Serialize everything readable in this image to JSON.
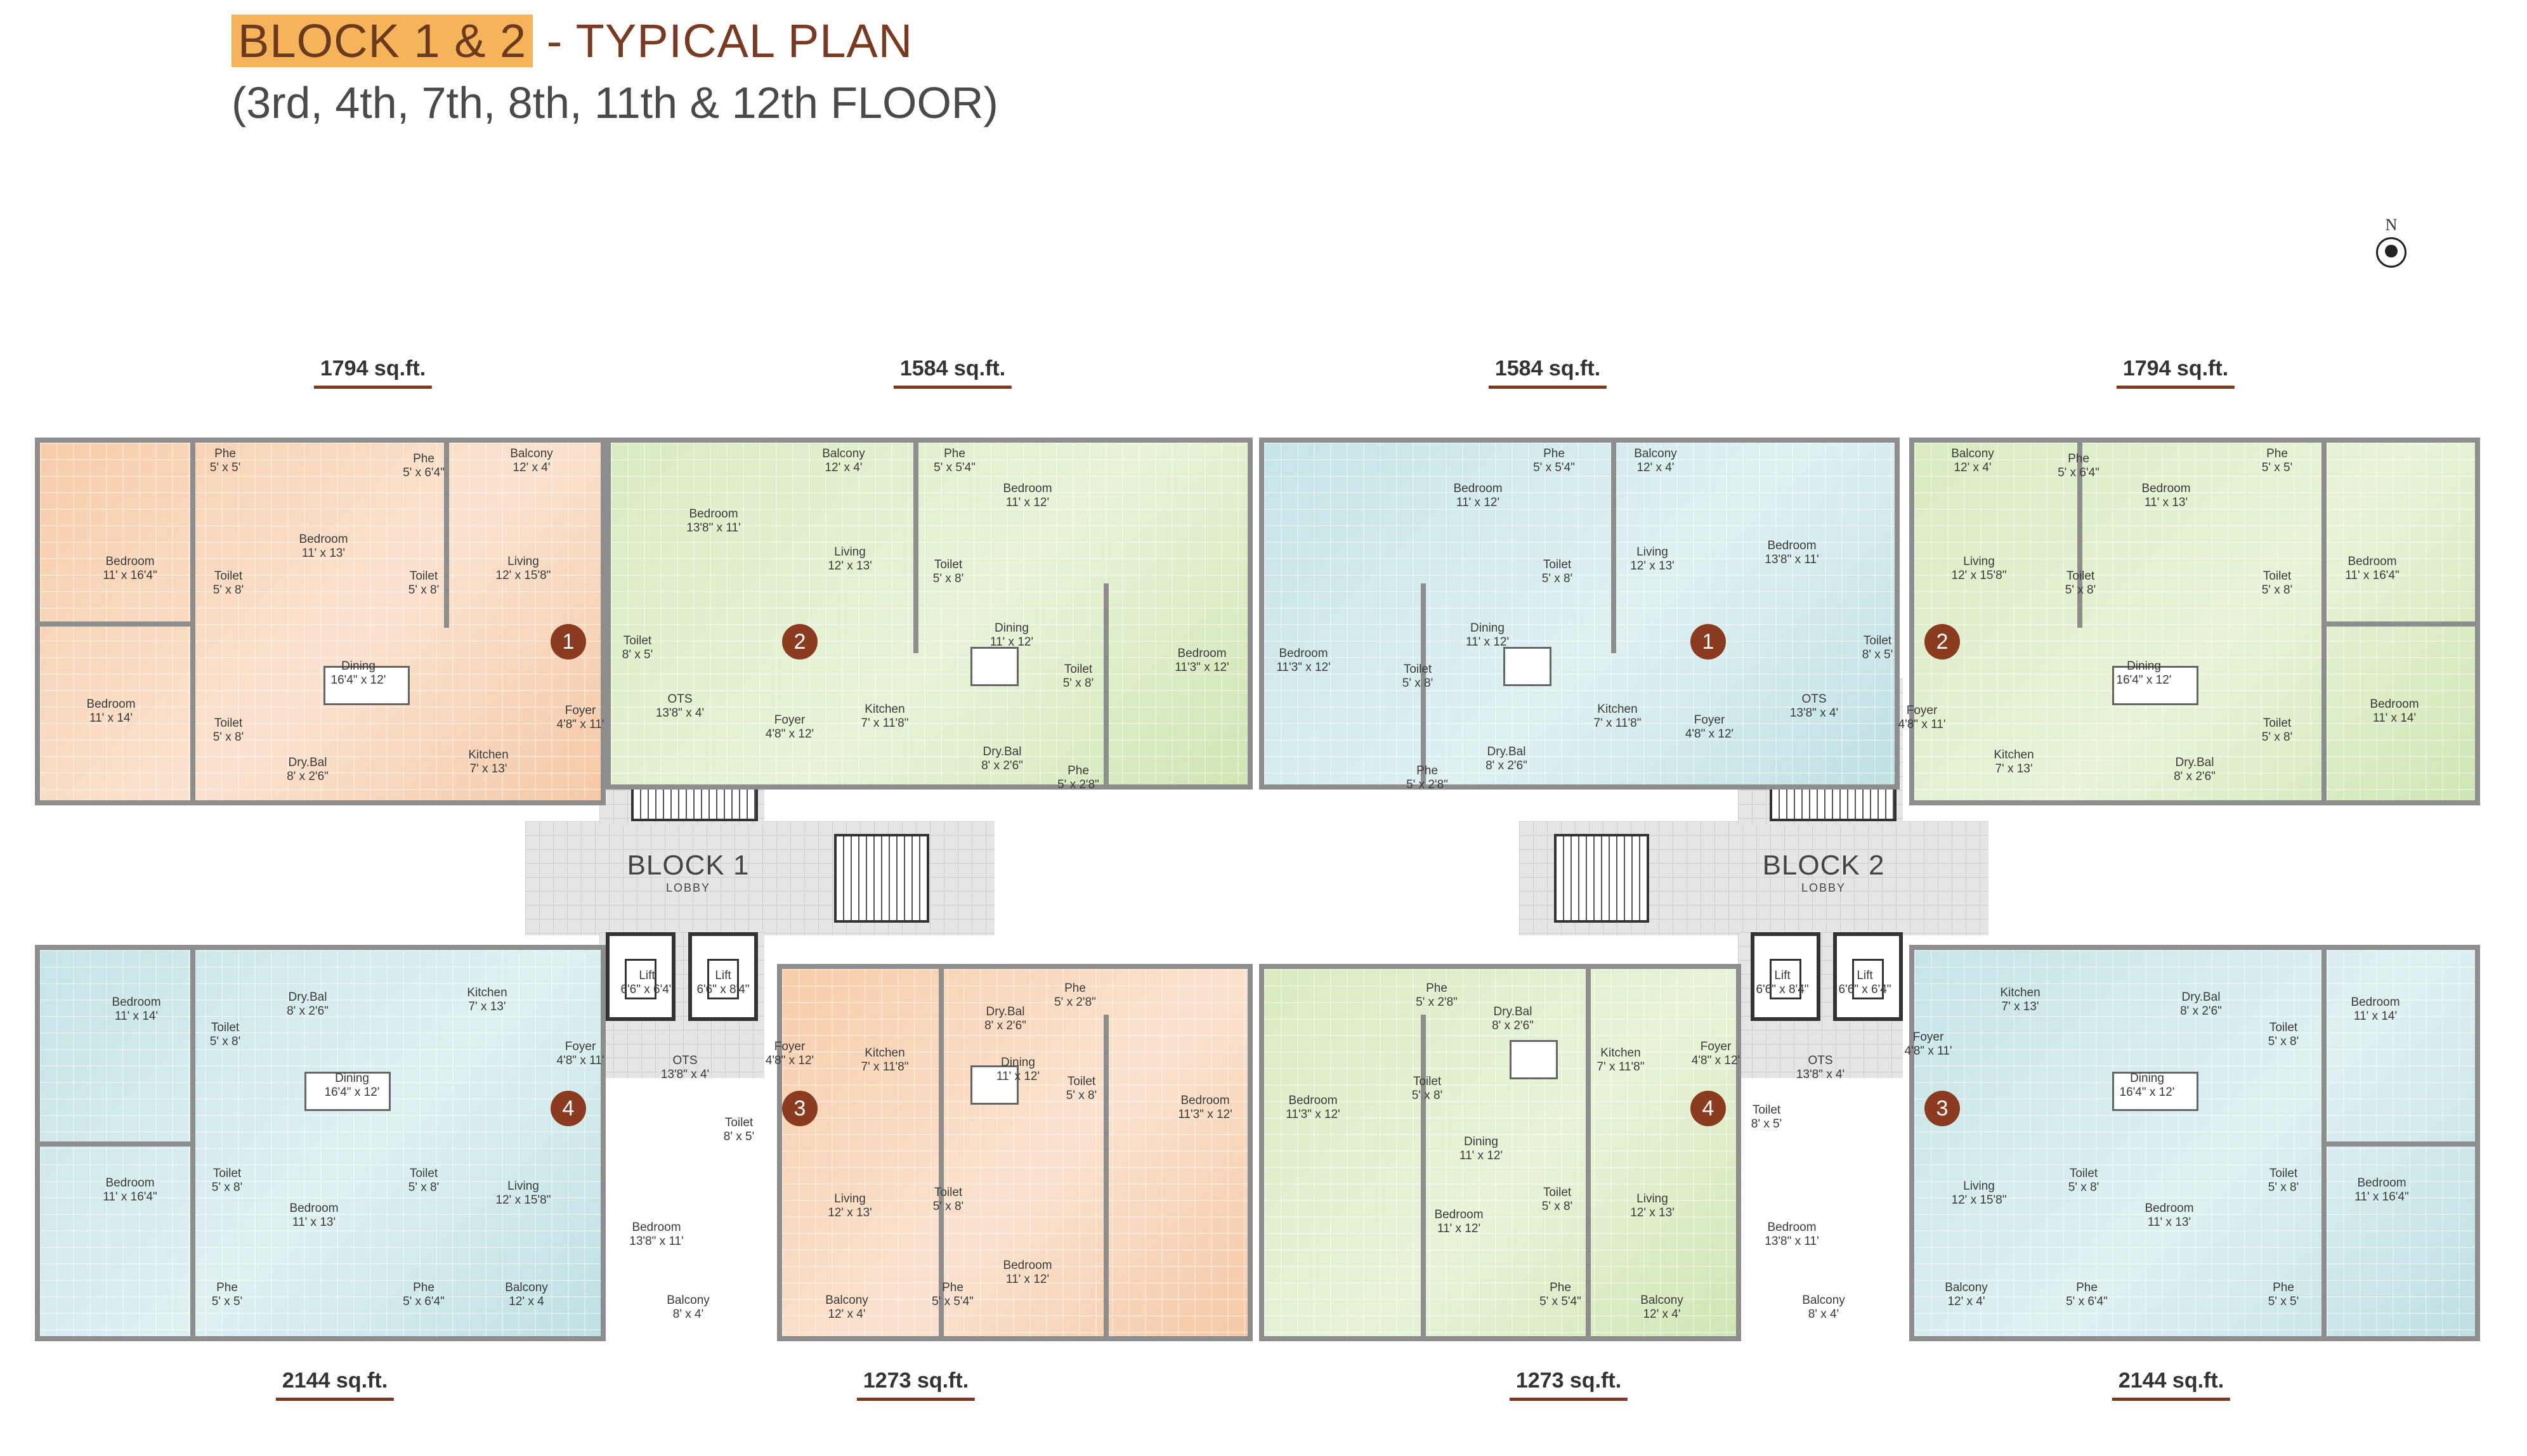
{
  "header": {
    "title_highlight": "BLOCK 1 & 2",
    "title_rest": " - TYPICAL PLAN",
    "subtitle": "(3rd, 4th, 7th, 8th, 11th & 12th FLOOR)"
  },
  "compass": {
    "label": "N"
  },
  "colors": {
    "accent": "#7a3a22",
    "highlight": "#f5b35a",
    "orange_unit": "#f7cda9",
    "green_unit": "#d9ebc2",
    "blue_unit": "#c6e4e6",
    "badge": "#8a3b20"
  },
  "areas": {
    "top": [
      "1794 sq.ft.",
      "1584 sq.ft.",
      "1584 sq.ft.",
      "1794 sq.ft."
    ],
    "bottom": [
      "2144 sq.ft.",
      "1273 sq.ft.",
      "1273 sq.ft.",
      "2144 sq.ft."
    ]
  },
  "lobbies": [
    {
      "block": "BLOCK 1",
      "label": "LOBBY"
    },
    {
      "block": "BLOCK 2",
      "label": "LOBBY"
    }
  ],
  "badges": [
    "1",
    "2",
    "1",
    "2",
    "4",
    "3",
    "4",
    "3"
  ],
  "rooms": {
    "b1_u1": [
      {
        "n": "Phe",
        "s": "5' x 5'"
      },
      {
        "n": "Phe",
        "s": "5' x 6'4\""
      },
      {
        "n": "Balcony",
        "s": "12' x 4'"
      },
      {
        "n": "Bedroom",
        "s": "11' x 16'4\""
      },
      {
        "n": "Bedroom",
        "s": "11' x 13'"
      },
      {
        "n": "Toilet",
        "s": "5' x 8'"
      },
      {
        "n": "Toilet",
        "s": "5' x 8'"
      },
      {
        "n": "Living",
        "s": "12' x 15'8\""
      },
      {
        "n": "Dining",
        "s": "16'4\" x 12'"
      },
      {
        "n": "Bedroom",
        "s": "11' x 14'"
      },
      {
        "n": "Toilet",
        "s": "5' x 8'"
      },
      {
        "n": "Foyer",
        "s": "4'8\" x 11'"
      },
      {
        "n": "Kitchen",
        "s": "7' x 13'"
      },
      {
        "n": "Dry.Bal",
        "s": "8' x 2'6\""
      }
    ],
    "b1_u2": [
      {
        "n": "Bedroom",
        "s": "13'8\" x 11'"
      },
      {
        "n": "Balcony",
        "s": "12' x 4'"
      },
      {
        "n": "Phe",
        "s": "5' x 5'4\""
      },
      {
        "n": "Bedroom",
        "s": "11' x 12'"
      },
      {
        "n": "Living",
        "s": "12' x 13'"
      },
      {
        "n": "Toilet",
        "s": "5' x 8'"
      },
      {
        "n": "Toilet",
        "s": "8' x 5'"
      },
      {
        "n": "Dining",
        "s": "11' x 12'"
      },
      {
        "n": "Foyer",
        "s": "4'8\" x 12'"
      },
      {
        "n": "Kitchen",
        "s": "7' x 11'8\""
      },
      {
        "n": "Toilet",
        "s": "5' x 8'"
      },
      {
        "n": "Dry.Bal",
        "s": "8' x 2'6\""
      },
      {
        "n": "Phe",
        "s": "5' x 2'8\""
      },
      {
        "n": "Bedroom",
        "s": "11'3\" x 12'"
      },
      {
        "n": "OTS",
        "s": "13'8\" x 4'"
      }
    ],
    "b2_u1": [
      {
        "n": "Bedroom",
        "s": "11'3\" x 12'"
      },
      {
        "n": "Phe",
        "s": "5' x 5'4\""
      },
      {
        "n": "Balcony",
        "s": "12' x 4'"
      },
      {
        "n": "Bedroom",
        "s": "11' x 12'"
      },
      {
        "n": "Toilet",
        "s": "5' x 8'"
      },
      {
        "n": "Living",
        "s": "12' x 13'"
      },
      {
        "n": "Dining",
        "s": "11' x 12'"
      },
      {
        "n": "Toilet",
        "s": "5' x 8'"
      },
      {
        "n": "Kitchen",
        "s": "7' x 11'8\""
      },
      {
        "n": "Foyer",
        "s": "4'8\" x 12'"
      },
      {
        "n": "Dry.Bal",
        "s": "8' x 2'6\""
      },
      {
        "n": "Phe",
        "s": "5' x 2'8\""
      },
      {
        "n": "Bedroom",
        "s": "13'8\" x 11'"
      },
      {
        "n": "Toilet",
        "s": "8' x 5'"
      },
      {
        "n": "OTS",
        "s": "13'8\" x 4'"
      }
    ],
    "b2_u2": [
      {
        "n": "Balcony",
        "s": "12' x 4'"
      },
      {
        "n": "Phe",
        "s": "5' x 6'4\""
      },
      {
        "n": "Phe",
        "s": "5' x 5'"
      },
      {
        "n": "Bedroom",
        "s": "11' x 13'"
      },
      {
        "n": "Living",
        "s": "12' x 15'8\""
      },
      {
        "n": "Toilet",
        "s": "5' x 8'"
      },
      {
        "n": "Toilet",
        "s": "5' x 8'"
      },
      {
        "n": "Bedroom",
        "s": "11' x 16'4\""
      },
      {
        "n": "Dining",
        "s": "16'4\" x 12'"
      },
      {
        "n": "Foyer",
        "s": "4'8\" x 11'"
      },
      {
        "n": "Kitchen",
        "s": "7' x 13'"
      },
      {
        "n": "Bedroom",
        "s": "11' x 14'"
      },
      {
        "n": "Toilet",
        "s": "5' x 8'"
      },
      {
        "n": "Dry.Bal",
        "s": "8' x 2'6\""
      }
    ],
    "b1_u4": [
      {
        "n": "Bedroom",
        "s": "11' x 14'"
      },
      {
        "n": "Toilet",
        "s": "5' x 8'"
      },
      {
        "n": "Dry.Bal",
        "s": "8' x 2'6\""
      },
      {
        "n": "Kitchen",
        "s": "7' x 13'"
      },
      {
        "n": "Foyer",
        "s": "4'8\" x 11'"
      },
      {
        "n": "Dining",
        "s": "16'4\" x 12'"
      },
      {
        "n": "Bedroom",
        "s": "11' x 16'4\""
      },
      {
        "n": "Toilet",
        "s": "5' x 8'"
      },
      {
        "n": "Bedroom",
        "s": "11' x 13'"
      },
      {
        "n": "Toilet",
        "s": "5' x 8'"
      },
      {
        "n": "Living",
        "s": "12' x 15'8\""
      },
      {
        "n": "Phe",
        "s": "5' x 5'"
      },
      {
        "n": "Phe",
        "s": "5' x 6'4\""
      },
      {
        "n": "Balcony",
        "s": "12' x 4"
      },
      {
        "n": "Lift",
        "s": "6'6\" x 6'4\""
      },
      {
        "n": "Lift",
        "s": "6'6\" x 8'4\""
      },
      {
        "n": "OTS",
        "s": "13'8\" x 4'"
      }
    ],
    "b1_u3": [
      {
        "n": "Toilet",
        "s": "8' x 5'"
      },
      {
        "n": "Bedroom",
        "s": "13'8\" x 11'"
      },
      {
        "n": "Balcony",
        "s": "8' x 4'"
      },
      {
        "n": "Foyer",
        "s": "4'8\" x 12'"
      },
      {
        "n": "Kitchen",
        "s": "7' x 11'8\""
      },
      {
        "n": "Dry.Bal",
        "s": "8' x 2'6\""
      },
      {
        "n": "Phe",
        "s": "5' x 2'8\""
      },
      {
        "n": "Dining",
        "s": "11' x 12'"
      },
      {
        "n": "Toilet",
        "s": "5' x 8'"
      },
      {
        "n": "Bedroom",
        "s": "11'3\" x 12'"
      },
      {
        "n": "Living",
        "s": "12' x 13'"
      },
      {
        "n": "Toilet",
        "s": "5' x 8'"
      },
      {
        "n": "Bedroom",
        "s": "11' x 12'"
      },
      {
        "n": "Balcony",
        "s": "12' x 4'"
      },
      {
        "n": "Phe",
        "s": "5' x 5'4\""
      }
    ],
    "b2_u4": [
      {
        "n": "Bedroom",
        "s": "11'3\" x 12'"
      },
      {
        "n": "Phe",
        "s": "5' x 2'8\""
      },
      {
        "n": "Dry.Bal",
        "s": "8' x 2'6\""
      },
      {
        "n": "Toilet",
        "s": "5' x 8'"
      },
      {
        "n": "Kitchen",
        "s": "7' x 11'8\""
      },
      {
        "n": "Foyer",
        "s": "4'8\" x 12'"
      },
      {
        "n": "Dining",
        "s": "11' x 12'"
      },
      {
        "n": "Bedroom",
        "s": "11' x 12'"
      },
      {
        "n": "Toilet",
        "s": "5' x 8'"
      },
      {
        "n": "Living",
        "s": "12' x 13'"
      },
      {
        "n": "Phe",
        "s": "5' x 5'4\""
      },
      {
        "n": "Balcony",
        "s": "12' x 4'"
      },
      {
        "n": "Toilet",
        "s": "8' x 5'"
      },
      {
        "n": "Bedroom",
        "s": "13'8\" x 11'"
      },
      {
        "n": "Balcony",
        "s": "8' x 4'"
      },
      {
        "n": "Lift",
        "s": "6'6\" x 8'4\""
      },
      {
        "n": "Lift",
        "s": "6'6\" x 6'4\""
      },
      {
        "n": "OTS",
        "s": "13'8\" x 4'"
      }
    ],
    "b2_u3": [
      {
        "n": "Foyer",
        "s": "4'8\" x 11'"
      },
      {
        "n": "Kitchen",
        "s": "7' x 13'"
      },
      {
        "n": "Dry.Bal",
        "s": "8' x 2'6\""
      },
      {
        "n": "Bedroom",
        "s": "11' x 14'"
      },
      {
        "n": "Toilet",
        "s": "5' x 8'"
      },
      {
        "n": "Dining",
        "s": "16'4\" x 12'"
      },
      {
        "n": "Living",
        "s": "12' x 15'8\""
      },
      {
        "n": "Toilet",
        "s": "5' x 8'"
      },
      {
        "n": "Bedroom",
        "s": "11' x 13'"
      },
      {
        "n": "Toilet",
        "s": "5' x 8'"
      },
      {
        "n": "Bedroom",
        "s": "11' x 16'4\""
      },
      {
        "n": "Balcony",
        "s": "12' x 4'"
      },
      {
        "n": "Phe",
        "s": "5' x 6'4\""
      },
      {
        "n": "Phe",
        "s": "5' x 5'"
      }
    ]
  }
}
